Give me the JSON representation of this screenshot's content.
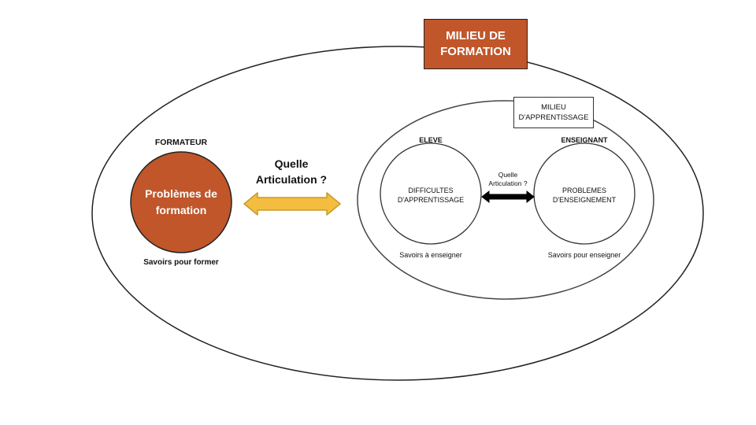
{
  "milieu_formation": "MILIEU DE\nFORMATION",
  "milieu_apprentissage": "MILIEU\nD'APPRENTISSAGE",
  "formateur": {
    "title": "FORMATEUR",
    "circle_text": "Problèmes de\nformation",
    "caption": "Savoirs pour former"
  },
  "central_arrow_label": "Quelle\nArticulation ?",
  "eleve": {
    "title": "ELEVE",
    "circle_text": "DIFFICULTES\nD'APPRENTISSAGE",
    "caption": "Savoirs à enseigner"
  },
  "inner_arrow_label": "Quelle\nArticulation ?",
  "enseignant": {
    "title": "ENSEIGNANT",
    "circle_text": "PROBLEMES\nD'ENSEIGNEMENT",
    "caption": "Savoirs pour enseigner"
  },
  "colors": {
    "brown": "#c0562a",
    "arrow_fill": "#f5bd3f",
    "arrow_stroke": "#c89a2a"
  }
}
